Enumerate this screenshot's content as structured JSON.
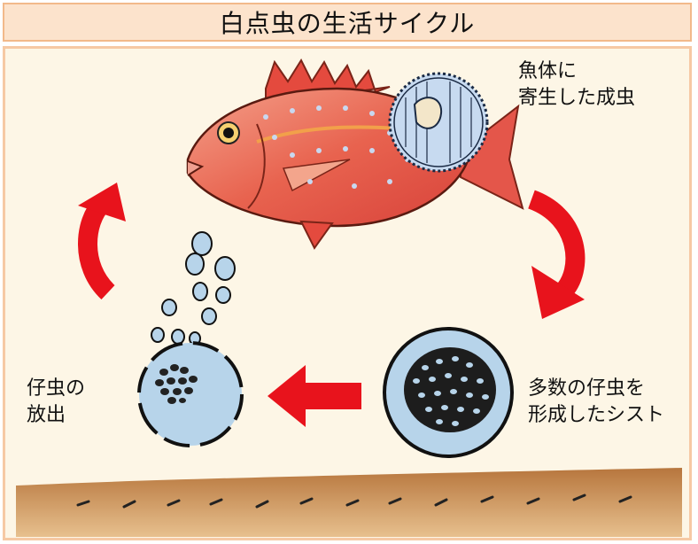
{
  "title": "白点虫の生活サイクル",
  "labels": {
    "adult_line1": "魚体に",
    "adult_line2": "寄生した成虫",
    "cyst_line1": "多数の仔虫を",
    "cyst_line2": "形成したシスト",
    "release_line1": "仔虫の",
    "release_line2": "放出"
  },
  "colors": {
    "title_bg": "#fce3cc",
    "title_border": "#f2b98a",
    "panel_bg": "#fdf6e6",
    "arrow_red": "#e8131c",
    "fish_red": "#e8634f",
    "cyst_blue": "#b7d4ea",
    "sediment": "#c98a52"
  }
}
